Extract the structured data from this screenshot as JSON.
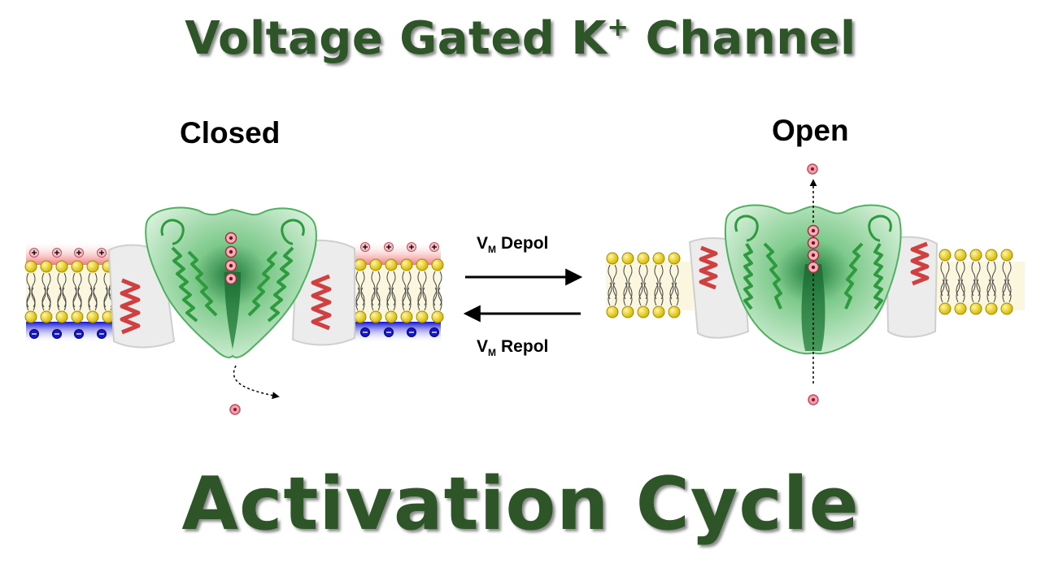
{
  "title": {
    "main": "Voltage Gated K",
    "superscript": "+",
    "rest": " Channel"
  },
  "subtitle": "Activation Cycle",
  "states": {
    "closed": "Closed",
    "open": "Open"
  },
  "transitions": {
    "depol": {
      "v": "V",
      "sub": "M",
      "text": "Depol"
    },
    "repol": {
      "v": "V",
      "sub": "M",
      "text": "Repol"
    }
  },
  "colors": {
    "title_green": "#2e5527",
    "channel_green": "#3aaa4a",
    "positive_charge": "#e87a8a",
    "negative_charge": "#2020e0",
    "lipid_head": "#f2d21a"
  }
}
